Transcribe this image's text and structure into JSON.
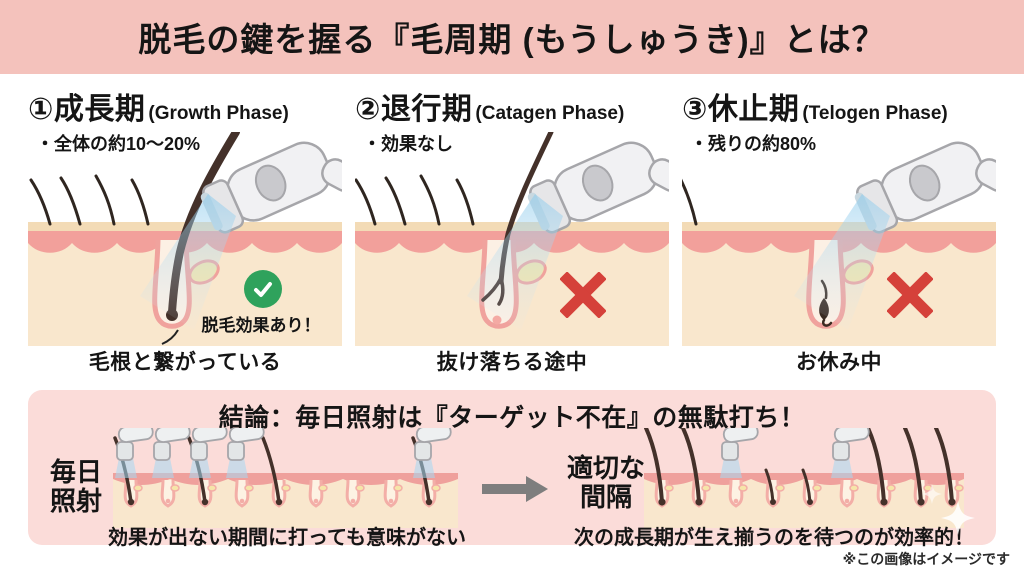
{
  "header": {
    "title": "脱毛の鍵を握る『毛周期 (もうしゅうき)』とは？"
  },
  "panels": [
    {
      "heading_jp": "①成長期",
      "heading_en": "(Growth Phase)",
      "bullet": "・全体の約10〜20%",
      "caption": "毛根と繋がっている",
      "badge": "脱毛効果あり！",
      "result": "effective"
    },
    {
      "heading_jp": "②退行期",
      "heading_en": "(Catagen Phase)",
      "bullet": "・効果なし",
      "caption": "抜け落ちる途中",
      "result": "not-effective"
    },
    {
      "heading_jp": "③休止期",
      "heading_en": "(Telogen Phase)",
      "bullet": "・残りの約80%",
      "caption": "お休み中",
      "result": "not-effective"
    }
  ],
  "conclusion": {
    "title": "結論：毎日照射は『ターゲット不在』の無駄打ち！",
    "left": {
      "label1": "毎日",
      "label2": "照射",
      "caption": "効果が出ない期間に打っても意味がない"
    },
    "right": {
      "label1": "適切な",
      "label2": "間隔",
      "caption": "次の成長期が生え揃うのを待つのが効率的！"
    }
  },
  "footnote": "※この画像はイメージです",
  "colors": {
    "header_bg": "#f4c2bc",
    "conclusion_bg": "#fbdcd9",
    "check_green": "#2fa25c",
    "cross_red": "#d5413a",
    "skin_epidermis_pink": "#f2a09b",
    "skin_dermis_beige": "#f9e7cd",
    "skin_surface_tan": "#f3dbb6",
    "hair_brown": "#44312a",
    "beam_blue": "#8ecbec",
    "arrow_gray": "#7e7e7e"
  }
}
